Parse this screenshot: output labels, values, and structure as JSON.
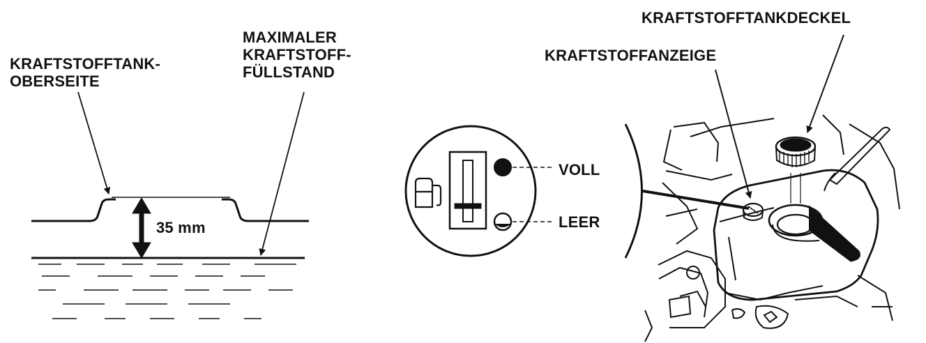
{
  "left_figure": {
    "tank_top_label": [
      "KRAFTSTOFFTANK-",
      "OBERSEITE"
    ],
    "max_fill_label": [
      "MAXIMALER",
      "KRAFTSTOFF-",
      "FÜLLSTAND"
    ],
    "dimension": "35 mm"
  },
  "right_figure": {
    "cap_label": "KRAFTSTOFFTANKDECKEL",
    "gauge_label": "KRAFTSTOFFANZEIGE",
    "gauge_full_label": "VOLL",
    "gauge_empty_label": "LEER"
  },
  "colors": {
    "ink": "#111111",
    "paper": "#ffffff"
  }
}
